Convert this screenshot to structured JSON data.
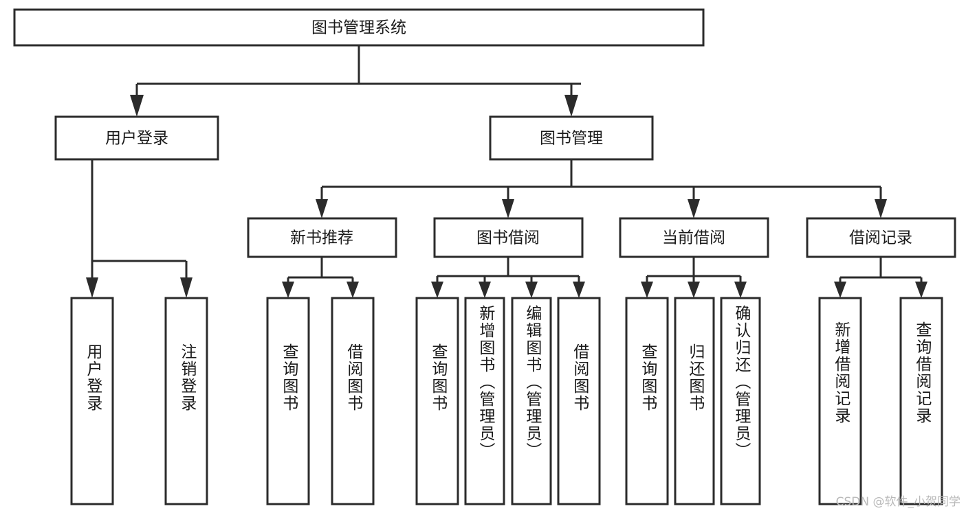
{
  "diagram": {
    "title": "图书管理系统",
    "watermark": "CSDN @软件_小贺同学",
    "accent_color": "#2b2b2b",
    "box_fill": "#ffffff",
    "text_color": "#1a1a1a",
    "levels": {
      "root": {
        "label": "图书管理系统"
      },
      "level2": [
        {
          "label": "用户登录"
        },
        {
          "label": "图书管理"
        }
      ],
      "level3": [
        {
          "label": "新书推荐"
        },
        {
          "label": "图书借阅"
        },
        {
          "label": "当前借阅"
        },
        {
          "label": "借阅记录"
        }
      ],
      "leaves": {
        "user_login": [
          {
            "label": "用户登录"
          },
          {
            "label": "注销登录"
          }
        ],
        "new_book": [
          {
            "label": "查询图书"
          },
          {
            "label": "借阅图书"
          }
        ],
        "book_borrow": [
          {
            "label": "查询图书"
          },
          {
            "label": "新增图书（管理员）"
          },
          {
            "label": "编辑图书（管理员）"
          },
          {
            "label": "借阅图书"
          }
        ],
        "current_borrow": [
          {
            "label": "查询图书"
          },
          {
            "label": "归还图书"
          },
          {
            "label": "确认归还（管理员）"
          }
        ],
        "borrow_record": [
          {
            "label": "新增借阅记录"
          },
          {
            "label": "查询借阅记录"
          }
        ]
      }
    }
  },
  "chart_data": {
    "type": "tree",
    "title": "图书管理系统",
    "nodes": [
      {
        "id": "root",
        "label": "图书管理系统",
        "parent": null,
        "level": 0
      },
      {
        "id": "n2-1",
        "label": "用户登录",
        "parent": "root",
        "level": 1
      },
      {
        "id": "n2-2",
        "label": "图书管理",
        "parent": "root",
        "level": 1
      },
      {
        "id": "n3-1",
        "label": "用户登录",
        "parent": "n2-1",
        "level": 2
      },
      {
        "id": "n3-2",
        "label": "注销登录",
        "parent": "n2-1",
        "level": 2
      },
      {
        "id": "n3-3",
        "label": "新书推荐",
        "parent": "n2-2",
        "level": 2
      },
      {
        "id": "n3-4",
        "label": "图书借阅",
        "parent": "n2-2",
        "level": 2
      },
      {
        "id": "n3-5",
        "label": "当前借阅",
        "parent": "n2-2",
        "level": 2
      },
      {
        "id": "n3-6",
        "label": "借阅记录",
        "parent": "n2-2",
        "level": 2
      },
      {
        "id": "n4-1",
        "label": "查询图书",
        "parent": "n3-3",
        "level": 3
      },
      {
        "id": "n4-2",
        "label": "借阅图书",
        "parent": "n3-3",
        "level": 3
      },
      {
        "id": "n4-3",
        "label": "查询图书",
        "parent": "n3-4",
        "level": 3
      },
      {
        "id": "n4-4",
        "label": "新增图书（管理员）",
        "parent": "n3-4",
        "level": 3
      },
      {
        "id": "n4-5",
        "label": "编辑图书（管理员）",
        "parent": "n3-4",
        "level": 3
      },
      {
        "id": "n4-6",
        "label": "借阅图书",
        "parent": "n3-4",
        "level": 3
      },
      {
        "id": "n4-7",
        "label": "查询图书",
        "parent": "n3-5",
        "level": 3
      },
      {
        "id": "n4-8",
        "label": "归还图书",
        "parent": "n3-5",
        "level": 3
      },
      {
        "id": "n4-9",
        "label": "确认归还（管理员）",
        "parent": "n3-5",
        "level": 3
      },
      {
        "id": "n4-10",
        "label": "新增借阅记录",
        "parent": "n3-6",
        "level": 3
      },
      {
        "id": "n4-11",
        "label": "查询借阅记录",
        "parent": "n3-6",
        "level": 3
      }
    ]
  }
}
